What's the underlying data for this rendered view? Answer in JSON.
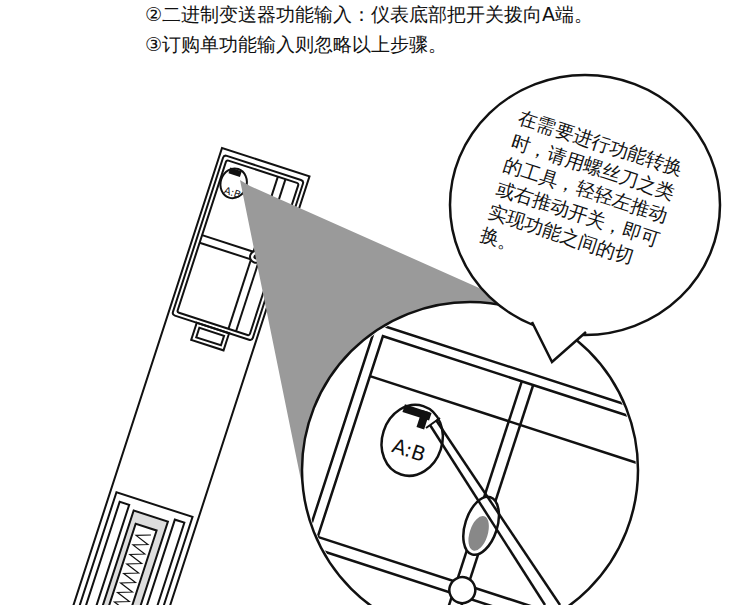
{
  "diagram": {
    "nodes": [
      {
        "text": [
          "在需要进行功能转换时，请用螺丝刀之类的工具，轻轻左推动或右推动开关，即可实现功能之间的切换。"
        ]
      }
    ],
    "labels": [
      "②二进制变送器功能输入：仪表底部把开关拨向A端。",
      "③订购单功能输入则忽略以上步骤。",
      "A:B",
      "A:B"
    ]
  }
}
